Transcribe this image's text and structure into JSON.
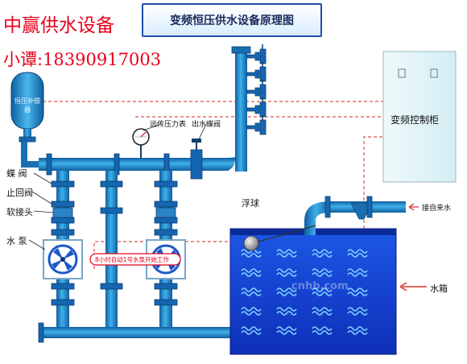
{
  "title": "变频恒压供水设备原理图",
  "company": "中赢供水设备",
  "contact": "小谭:18390917003",
  "labels": {
    "tank": "恒压补偿器",
    "pressure_gauge": "远传压力表",
    "outlet_valve": "出水蝶阀",
    "butterfly_valve": "蝶 阀",
    "check_valve": "止回阀",
    "soft_joint": "软接头",
    "pump": "水 泵",
    "pump_switch_note": "8小时自动1号水泵开始工作",
    "control_cabinet": "变频控制柜",
    "float_ball": "浮球",
    "water_inlet": "接自来水",
    "water_tank": "水箱"
  },
  "colors": {
    "pipe": "#2a9bd8",
    "pipe_dark": "#0f4c8a",
    "signal_line": "#d9534f",
    "water": "#1a3fd8",
    "text_red": "#e8001c",
    "cabinet": "#e4f4f8"
  },
  "watermark": "cnhb.com"
}
